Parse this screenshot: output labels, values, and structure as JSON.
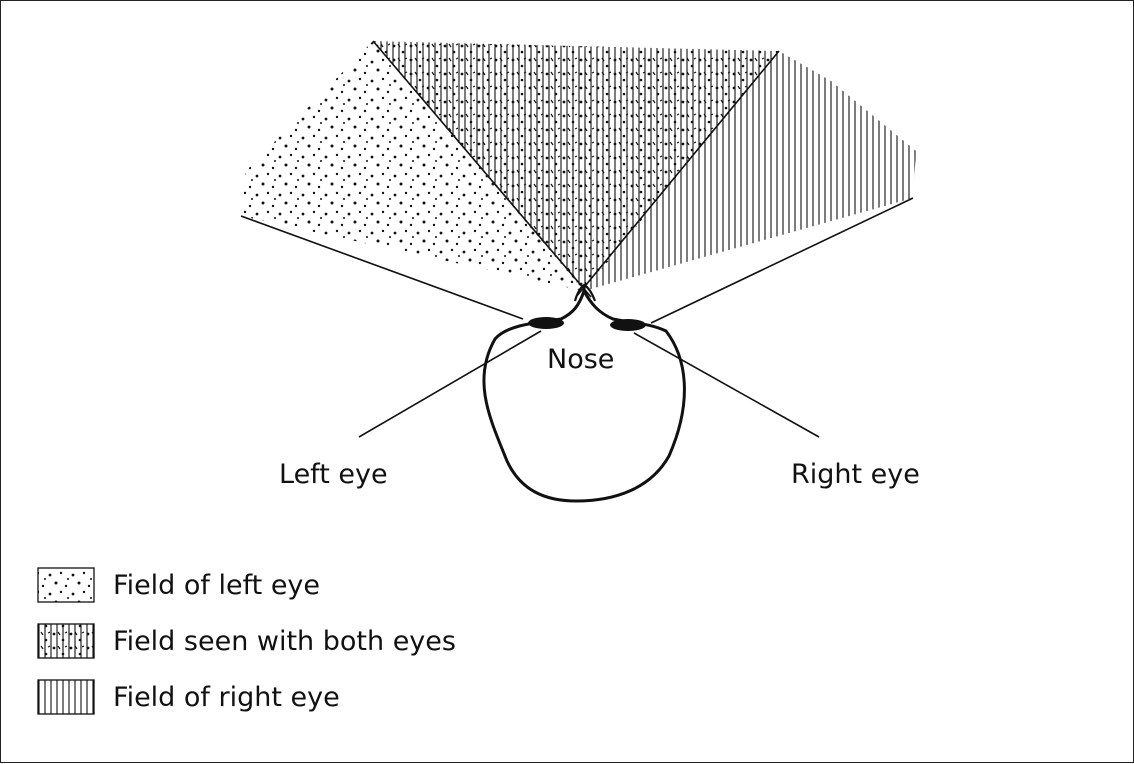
{
  "labels": {
    "nose": "Nose",
    "left_eye": "Left eye",
    "right_eye": "Right eye"
  },
  "legend": [
    {
      "pattern": "dots",
      "label": "Field of left eye"
    },
    {
      "pattern": "dots-and-lines",
      "label": "Field seen with both eyes"
    },
    {
      "pattern": "lines",
      "label": "Field of right eye"
    }
  ],
  "colors": {
    "ink": "#111111",
    "background": "#ffffff"
  }
}
